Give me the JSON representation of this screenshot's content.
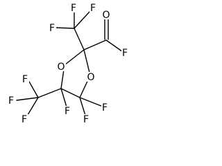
{
  "structure": {
    "atoms": {
      "f_cf3_top_left": "F",
      "f_cf3_top_mid": "F",
      "f_cf3_top_right": "F",
      "o_carbonyl": "O",
      "f_acyl": "F",
      "o_ring_left": "O",
      "o_ring_right": "O",
      "f_cf3_left_top": "F",
      "f_cf3_left_mid": "F",
      "f_cf3_left_bottom": "F",
      "f_ring_c4": "F",
      "f_ring_c5_a": "F",
      "f_ring_c5_b": "F"
    }
  },
  "colors": {
    "bond": "#000000",
    "label": "#000000",
    "background": "#ffffff"
  }
}
